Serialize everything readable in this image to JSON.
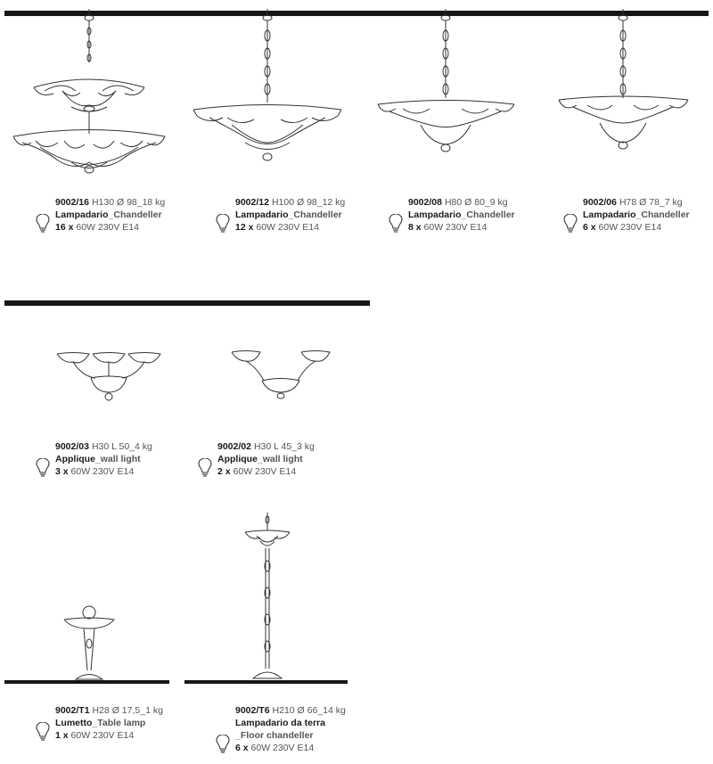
{
  "products": [
    {
      "code": "9002/16",
      "dims": "H130 Ø 98_18 kg",
      "type": "Lampadario",
      "sub": "_Chandeller",
      "count": "16 x",
      "rating": "60W 230V E14"
    },
    {
      "code": "9002/12",
      "dims": "H100 Ø 98_12 kg",
      "type": "Lampadario",
      "sub": "_Chandeller",
      "count": "12 x",
      "rating": "60W 230V E14"
    },
    {
      "code": "9002/08",
      "dims": "H80 Ø 80_9 kg",
      "type": "Lampadario",
      "sub": "_Chandeller",
      "count": "8 x",
      "rating": "60W 230V E14"
    },
    {
      "code": "9002/06",
      "dims": "H78 Ø 78_7 kg",
      "type": "Lampadario",
      "sub": "_Chandeller",
      "count": "6 x",
      "rating": "60W 230V E14"
    },
    {
      "code": "9002/03",
      "dims": "H30 L 50_4 kg",
      "type": "Applique",
      "sub": "_wall light",
      "count": "3 x",
      "rating": "60W 230V E14"
    },
    {
      "code": "9002/02",
      "dims": "H30 L 45_3 kg",
      "type": "Applique",
      "sub": "_wall light",
      "count": "2 x",
      "rating": "60W 230V E14"
    },
    {
      "code": "9002/T1",
      "dims": "H28 Ø 17,5_1 kg",
      "type": "Lumetto",
      "sub": "_Table lamp",
      "count": "1 x",
      "rating": "60W 230V E14"
    },
    {
      "code": "9002/T6",
      "dims": "H210 Ø 66_14 kg",
      "type": "Lampadario da terra",
      "sub": "_Floor chandeller",
      "count": "6 x",
      "rating": "60W 230V E14"
    }
  ],
  "icons": {
    "bulb": "light-bulb-icon"
  }
}
